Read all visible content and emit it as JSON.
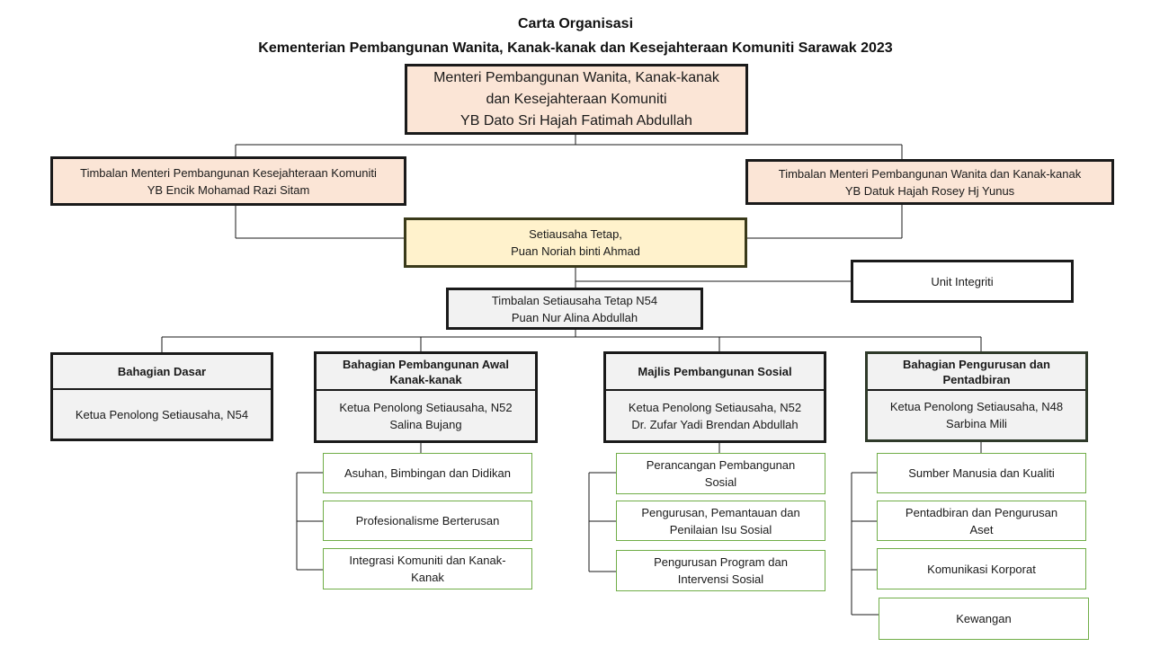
{
  "title": {
    "line1": "Carta Organisasi",
    "line2": "Kementerian Pembangunan Wanita, Kanak-kanak dan Kesejahteraan Komuniti Sarawak 2023"
  },
  "minister": {
    "line1": "Menteri Pembangunan Wanita, Kanak-kanak",
    "line2": "dan Kesejahteraan Komuniti",
    "line3": "YB Dato Sri Hajah Fatimah Abdullah"
  },
  "deputy_left": {
    "line1": "Timbalan Menteri Pembangunan Kesejahteraan Komuniti",
    "line2": "YB Encik Mohamad Razi Sitam"
  },
  "deputy_right": {
    "line1": "Timbalan Menteri Pembangunan Wanita dan Kanak-kanak",
    "line2": "YB Datuk Hajah Rosey Hj Yunus"
  },
  "secretary": {
    "line1": "Setiausaha Tetap,",
    "line2": "Puan Noriah binti Ahmad"
  },
  "integrity_unit": "Unit Integriti",
  "deputy_secretary": {
    "line1": "Timbalan Setiausaha Tetap N54",
    "line2": "Puan Nur Alina Abdullah"
  },
  "divisions": [
    {
      "name_line1": "Bahagian Dasar",
      "name_line2": "",
      "head_line1": "Ketua Penolong Setiausaha, N54",
      "head_line2": "",
      "units": []
    },
    {
      "name_line1": "Bahagian Pembangunan Awal",
      "name_line2": "Kanak-kanak",
      "head_line1": "Ketua Penolong Setiausaha, N52",
      "head_line2": "Salina Bujang",
      "units": [
        {
          "line1": "Asuhan, Bimbingan dan Didikan",
          "line2": ""
        },
        {
          "line1": "Profesionalisme Berterusan",
          "line2": ""
        },
        {
          "line1": "Integrasi Komuniti dan Kanak-",
          "line2": "Kanak"
        }
      ]
    },
    {
      "name_line1": "Majlis Pembangunan Sosial",
      "name_line2": "",
      "head_line1": "Ketua Penolong Setiausaha, N52",
      "head_line2": "Dr. Zufar Yadi Brendan Abdullah",
      "units": [
        {
          "line1": "Perancangan Pembangunan",
          "line2": "Sosial"
        },
        {
          "line1": "Pengurusan, Pemantauan dan",
          "line2": "Penilaian Isu Sosial"
        },
        {
          "line1": "Pengurusan Program dan",
          "line2": "Intervensi Sosial"
        }
      ]
    },
    {
      "name_line1": "Bahagian Pengurusan dan",
      "name_line2": "Pentadbiran",
      "head_line1": "Ketua Penolong Setiausaha, N48",
      "head_line2": "Sarbina Mili",
      "units": [
        {
          "line1": "Sumber  Manusia dan Kualiti",
          "line2": ""
        },
        {
          "line1": "Pentadbiran dan Pengurusan",
          "line2": "Aset"
        },
        {
          "line1": "Komunikasi Korporat",
          "line2": ""
        },
        {
          "line1": "Kewangan",
          "line2": ""
        }
      ]
    }
  ],
  "colors": {
    "peach": "#fbe5d6",
    "yellow": "#fff2cc",
    "grey": "#f2f2f2",
    "unit_border": "#70ad47"
  }
}
